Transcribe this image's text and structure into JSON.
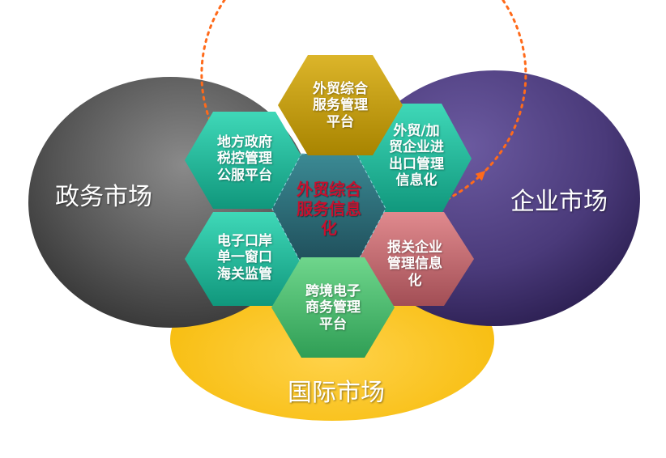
{
  "markets": {
    "government": "政务市场",
    "enterprise": "企业市场",
    "international": "国际市场"
  },
  "center": {
    "lines": [
      "外贸综合",
      "服务信息",
      "化"
    ]
  },
  "hexagons": {
    "top": {
      "lines": [
        "外贸综合",
        "服务管理",
        "平台"
      ]
    },
    "upper_left": {
      "lines": [
        "地方政府",
        "税控管理",
        "公服平台"
      ]
    },
    "upper_right": {
      "lines": [
        "外贸/加",
        "贸企业进",
        "出口管理",
        "信息化"
      ]
    },
    "lower_left": {
      "lines": [
        "电子口岸",
        "单一窗口",
        "海关监管"
      ]
    },
    "lower_right": {
      "lines": [
        "报关企业",
        "管理信息",
        "化"
      ]
    },
    "bottom": {
      "lines": [
        "跨境电子",
        "商务管理",
        "平台"
      ]
    }
  },
  "colors": {
    "government": "#5a5a5a",
    "enterprise": "#4a3a78",
    "international": "#ffc400",
    "teal_hex": "#1fb89a",
    "gold_hex": "#c9a20a",
    "pink_hex": "#c07074",
    "green_hex": "#4cbf70",
    "center_hex": "#2f6f7a",
    "orbit": "#ff6a1a",
    "center_text": "#c8102e"
  },
  "icons": [
    "orbit-arrow-icon"
  ]
}
